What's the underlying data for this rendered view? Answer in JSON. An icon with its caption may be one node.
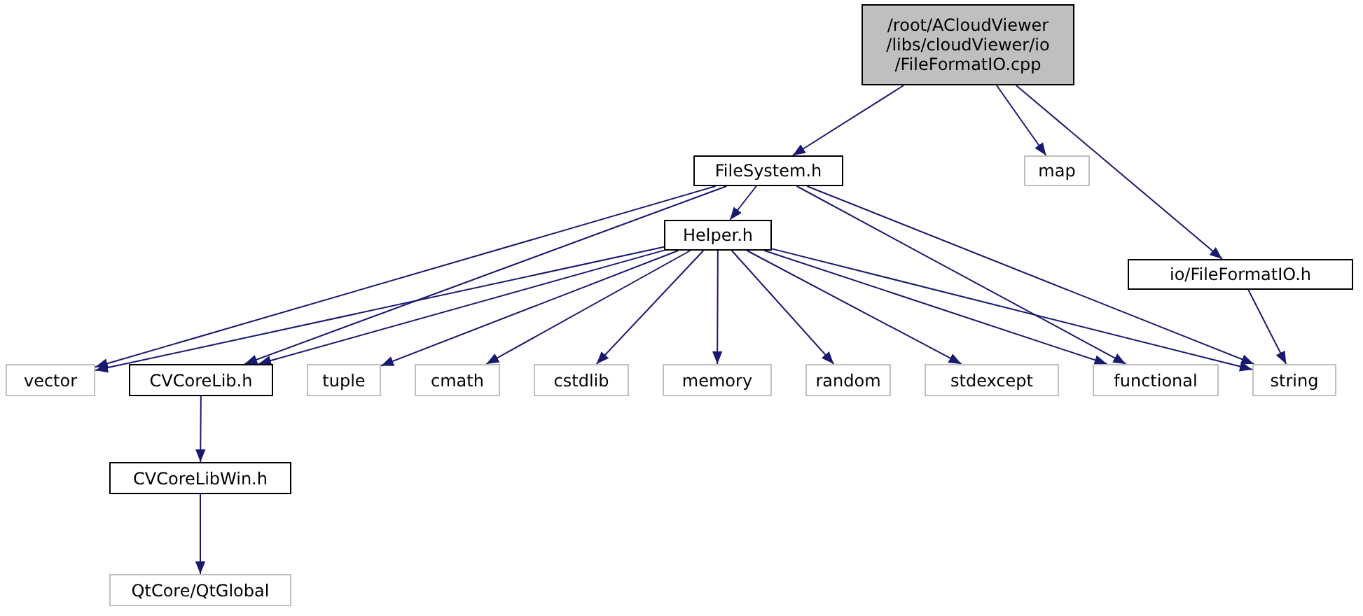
{
  "diagram": {
    "nodes": [
      {
        "text": [
          "/root/ACloudViewer /libs/cloudViewer/io /FileFormatIO.cpp"
        ]
      },
      {
        "text": [
          "FileSystem.h"
        ]
      },
      {
        "text": [
          "map"
        ]
      },
      {
        "text": [
          "io/FileFormatIO.h"
        ]
      },
      {
        "text": [
          "Helper.h"
        ]
      },
      {
        "text": [
          "vector"
        ]
      },
      {
        "text": [
          "CVCoreLib.h"
        ]
      },
      {
        "text": [
          "tuple"
        ]
      },
      {
        "text": [
          "cmath"
        ]
      },
      {
        "text": [
          "cstdlib"
        ]
      },
      {
        "text": [
          "memory"
        ]
      },
      {
        "text": [
          "random"
        ]
      },
      {
        "text": [
          "stdexcept"
        ]
      },
      {
        "text": [
          "functional"
        ]
      },
      {
        "text": [
          "string"
        ]
      },
      {
        "text": [
          "CVCoreLibWin.h"
        ]
      },
      {
        "text": [
          "QtCore/QtGlobal"
        ]
      }
    ],
    "edges": [
      {
        "from": 0,
        "to": 1,
        "arrow": "to"
      },
      {
        "from": 0,
        "to": 2,
        "arrow": "to"
      },
      {
        "from": 0,
        "to": 3,
        "arrow": "to"
      },
      {
        "from": 1,
        "to": 4,
        "arrow": "to"
      },
      {
        "from": 1,
        "to": 5,
        "arrow": "to"
      },
      {
        "from": 1,
        "to": 6,
        "arrow": "to"
      },
      {
        "from": 1,
        "to": 13,
        "arrow": "to"
      },
      {
        "from": 1,
        "to": 14,
        "arrow": "to"
      },
      {
        "from": 3,
        "to": 14,
        "arrow": "to"
      },
      {
        "from": 4,
        "to": 5,
        "arrow": "to"
      },
      {
        "from": 4,
        "to": 6,
        "arrow": "to"
      },
      {
        "from": 4,
        "to": 7,
        "arrow": "to"
      },
      {
        "from": 4,
        "to": 8,
        "arrow": "to"
      },
      {
        "from": 4,
        "to": 9,
        "arrow": "to"
      },
      {
        "from": 4,
        "to": 10,
        "arrow": "to"
      },
      {
        "from": 4,
        "to": 11,
        "arrow": "to"
      },
      {
        "from": 4,
        "to": 12,
        "arrow": "to"
      },
      {
        "from": 4,
        "to": 13,
        "arrow": "to"
      },
      {
        "from": 4,
        "to": 14,
        "arrow": "to"
      },
      {
        "from": 6,
        "to": 15,
        "arrow": "to"
      },
      {
        "from": 15,
        "to": 16,
        "arrow": "to"
      }
    ]
  }
}
